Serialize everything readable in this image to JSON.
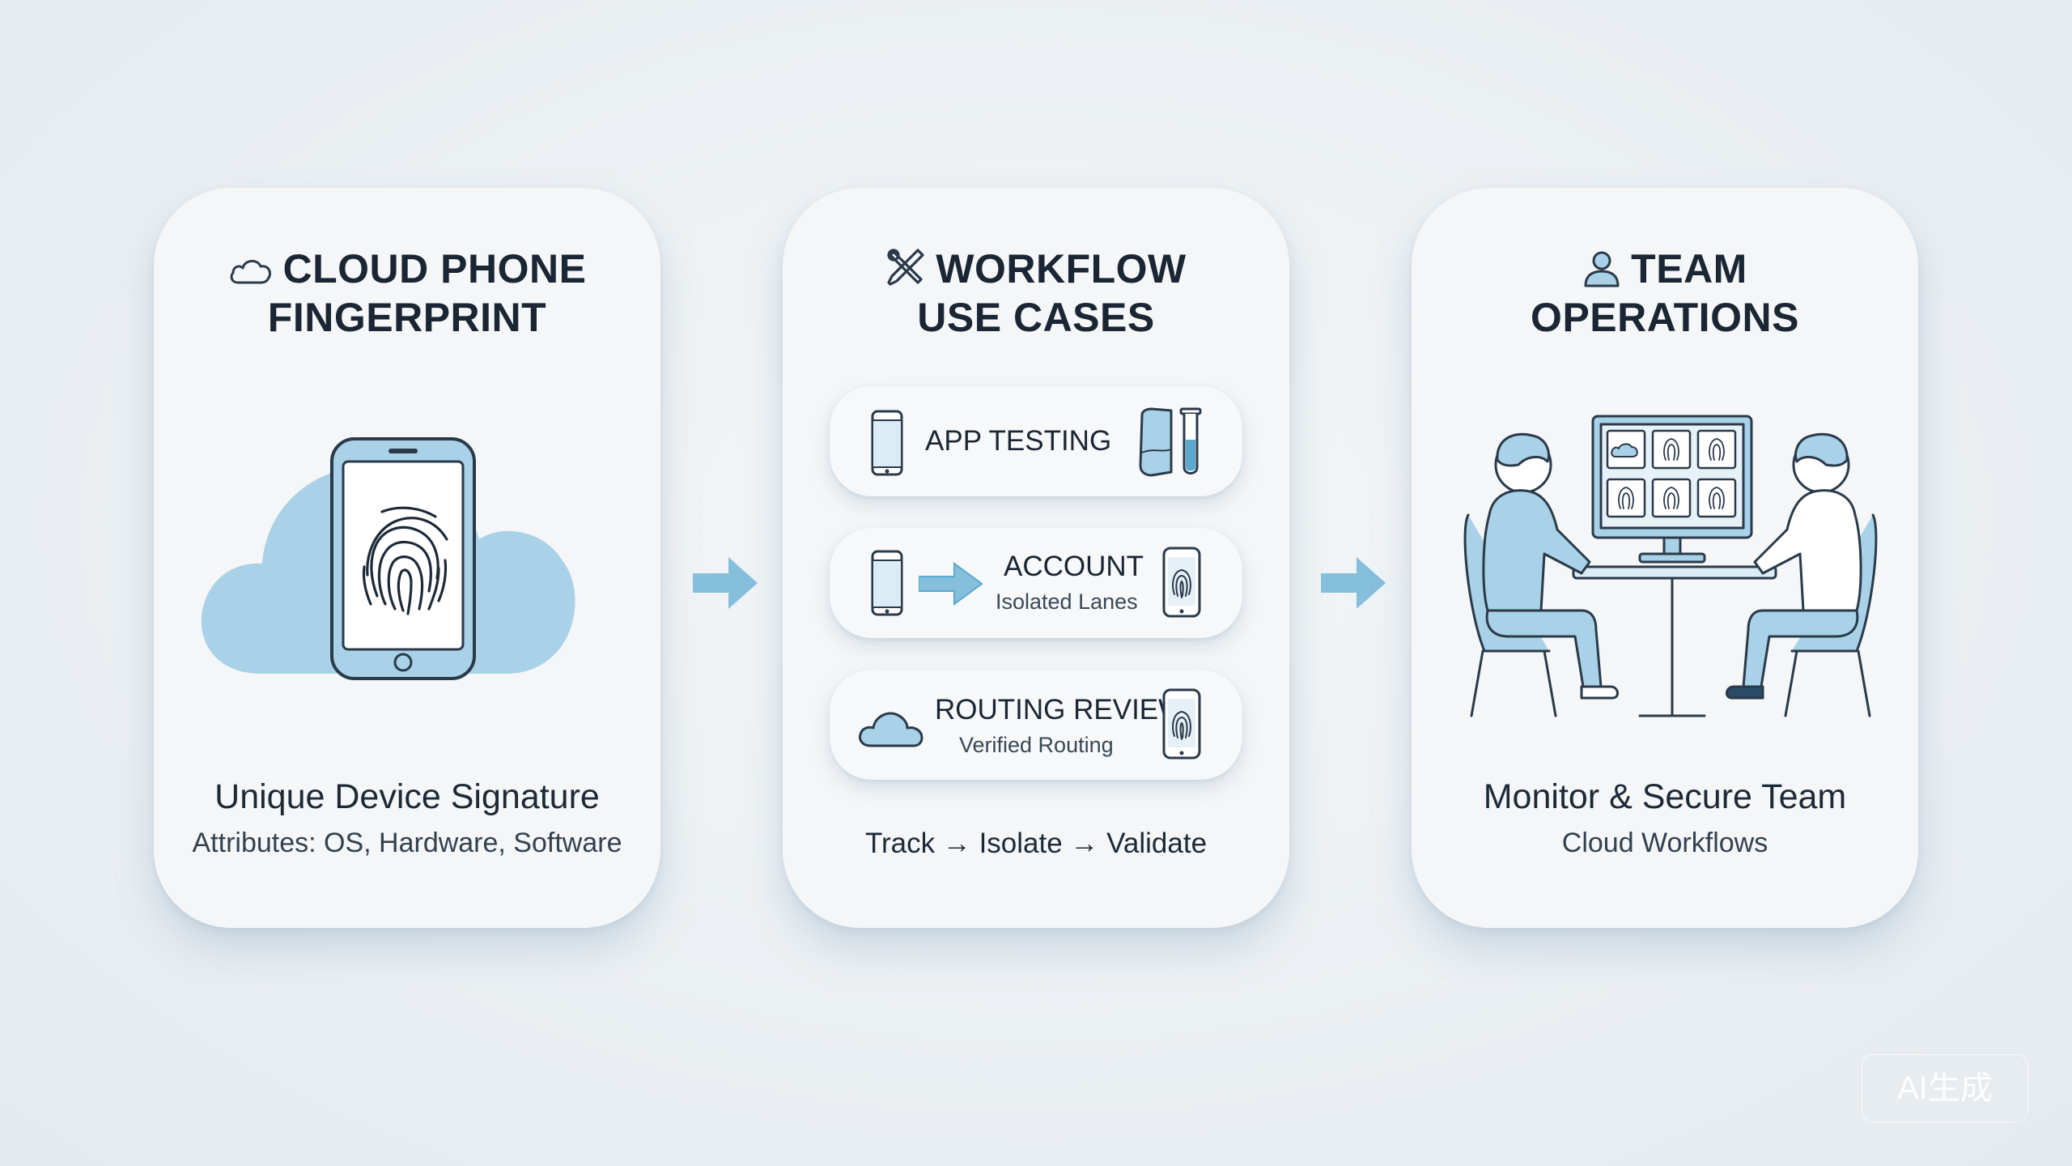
{
  "cards": [
    {
      "title_line1": "CLOUD PHONE",
      "title_line2": "FINGERPRINT",
      "icon": "cloud-icon",
      "desc_title": "Unique Device Signature",
      "desc_sub": "Attributes: OS, Hardware, Software"
    },
    {
      "title_line1": "WORKFLOW",
      "title_line2": "USE CASES",
      "icon": "tools-icon",
      "pills": [
        {
          "label": "APP TESTING"
        },
        {
          "label": "ACCOUNT",
          "sub": "Isolated Lanes"
        },
        {
          "label": "ROUTING REVIEW",
          "sub": "Verified Routing"
        }
      ],
      "footer": "Track → Isolate → Validate"
    },
    {
      "title_line1": "TEAM",
      "title_line2": "OPERATIONS",
      "icon": "user-icon",
      "desc_title": "Monitor & Secure Team",
      "desc_sub": "Cloud Workflows"
    }
  ],
  "watermark": "AI生成",
  "colors": {
    "accent": "#9fcbe4",
    "line": "#2a3a4a",
    "card": "#f4f6f8",
    "arrow": "#86bfdc"
  }
}
